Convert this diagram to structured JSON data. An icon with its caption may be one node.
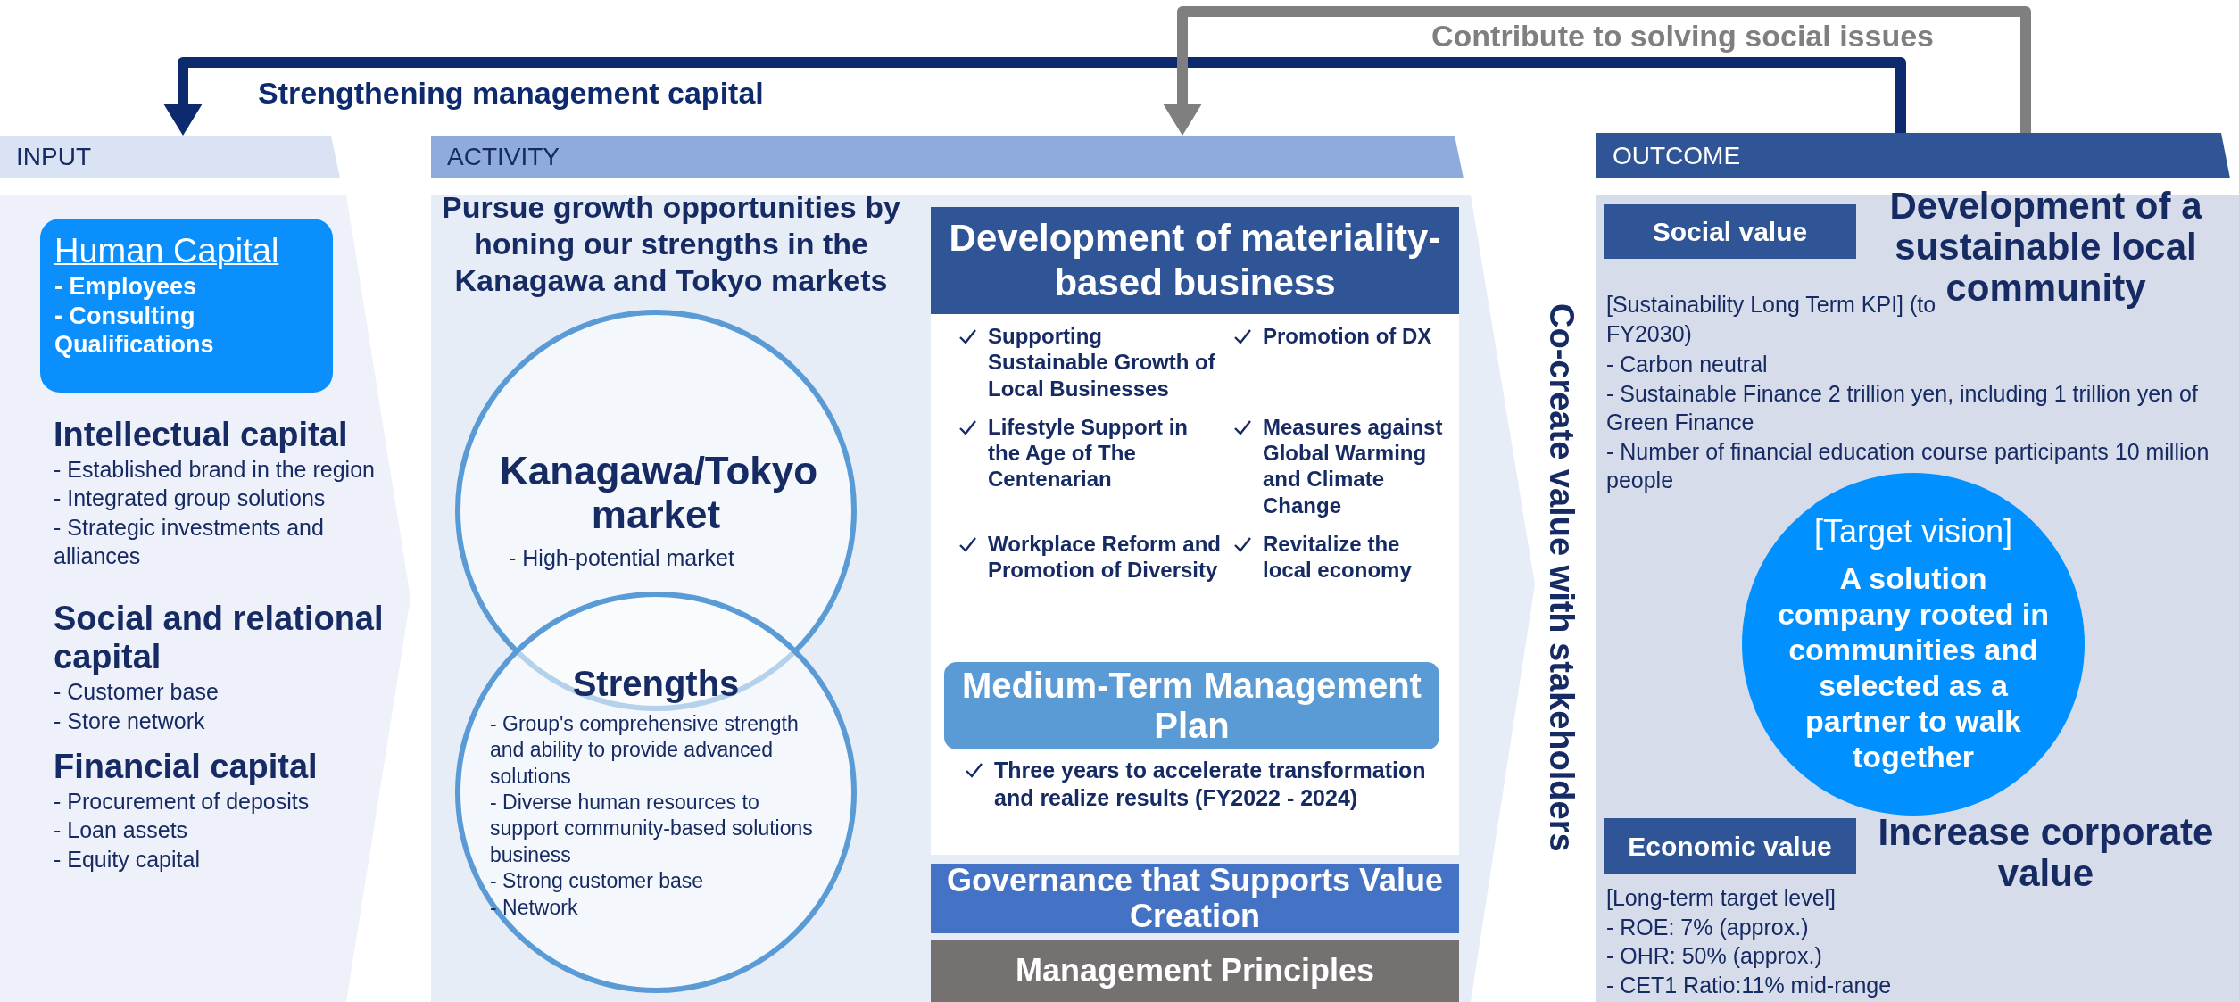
{
  "diagram": {
    "nodes": [
      {
        "text": [
          "INPUT"
        ]
      },
      {
        "text": [
          "Human Capital",
          "- Employees",
          "- Consulting Qualifications"
        ],
        "in": 0
      },
      {
        "text": [
          "ACTIVITY"
        ]
      },
      {
        "text": [
          "Kanagawa/Tokyo market",
          "- High-potential market"
        ],
        "in": 2
      },
      {
        "text": [
          "Strengths",
          "- Group's comprehensive strength and ability to provide advanced solutions",
          "- Diverse human resources to support community-based solutions business",
          "- Strong customer base",
          "- Network"
        ],
        "in": 2
      },
      {
        "text": [
          "Development of materiality-based business",
          "Supporting Sustainable Growth of Local Businesses",
          "Lifestyle Support in the Age of The Centenarian",
          "Workplace Reform and Promotion of Diversity",
          "Promotion of DX",
          "Measures against Global Warming and Climate Change",
          "Revitalize the local economy"
        ],
        "in": 2
      },
      {
        "text": [
          "Medium-Term Management Plan"
        ],
        "in": 5,
        "beside": [
          "Three years to accelerate transformation and realize results (FY2022 - 2024)"
        ]
      },
      {
        "text": [
          "Governance that Supports Value Creation"
        ],
        "in": 2
      },
      {
        "text": [
          "Management Principles"
        ],
        "in": 2
      },
      {
        "text": [
          "OUTCOME"
        ]
      },
      {
        "text": [
          "Social value"
        ],
        "in": 9
      },
      {
        "text": [
          "[Target vision]",
          "A solution company rooted in communities and selected as a partner to walk together"
        ],
        "in": 9
      },
      {
        "text": [
          "Economic value"
        ],
        "in": 9
      }
    ],
    "edges": [
      {
        "from": 9,
        "to": 0,
        "arrow": "to",
        "label": "Strengthening management capital"
      },
      {
        "from": 9,
        "to": 2,
        "arrow": "to",
        "label": "Contribute to solving social issues",
        "color": "#7f7f7f"
      }
    ],
    "labels": [
      "Intellectual capital",
      "- Established brand in the region",
      "- Integrated group solutions",
      "- Strategic investments and alliances",
      "Social and relational capital",
      "- Customer base",
      "- Store network",
      "Financial capital",
      "- Procurement of deposits",
      "- Loan assets",
      "- Equity capital",
      "Pursue growth opportunities by honing our strengths in the Kanagawa and Tokyo markets",
      "Co-create value with stakeholders",
      "Development of a sustainable local community",
      "[Sustainability Long Term KPI] (to FY2030)",
      "- Carbon neutral",
      "- Sustainable Finance 2 trillion yen, including 1 trillion yen of Green Finance",
      "- Number of financial education course participants 10 million people",
      "Increase corporate value",
      "[Long-term target level]",
      "- ROE: 7% (approx.)",
      "- OHR: 50% (approx.)",
      "- CET1 Ratio:11% mid-range"
    ]
  }
}
